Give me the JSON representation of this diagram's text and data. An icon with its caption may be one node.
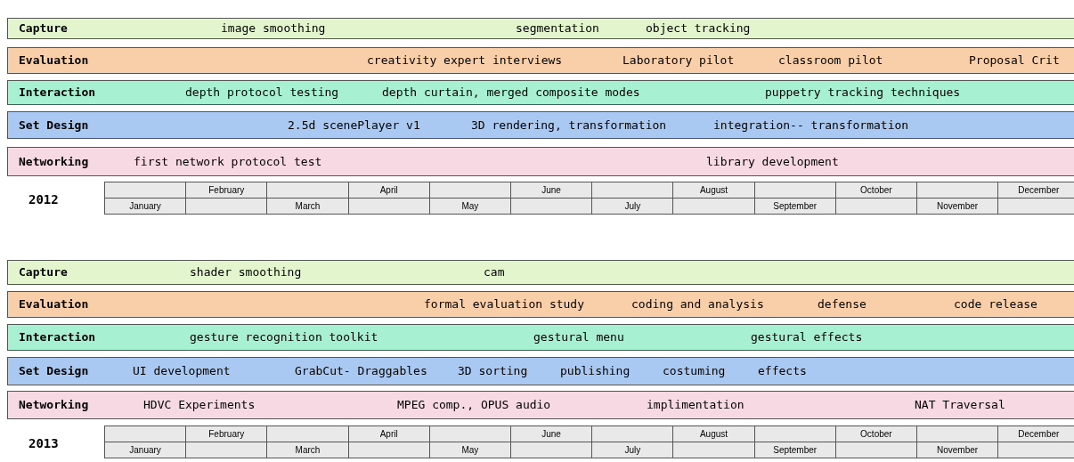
{
  "diagram": {
    "nodes": [
      {
        "text": [
          "Capture",
          "image smoothing",
          "segmentation",
          "object tracking"
        ]
      },
      {
        "text": [
          "Evaluation",
          "creativity expert interviews",
          "Laboratory pilot",
          "classroom pilot",
          "Proposal Crit"
        ]
      },
      {
        "text": [
          "Interaction",
          "depth protocol testing",
          "depth curtain, merged composite modes",
          "puppetry tracking techniques"
        ]
      },
      {
        "text": [
          "Set Design",
          "2.5d scenePlayer v1",
          "3D rendering, transformation",
          "integration-- transformation"
        ]
      },
      {
        "text": [
          "Networking",
          "first network protocol test",
          "library development"
        ]
      },
      {
        "text": [
          "Capture",
          "shader smoothing",
          "cam"
        ]
      },
      {
        "text": [
          "Evaluation",
          "formal evaluation study",
          "coding and analysis",
          "defense",
          "code release"
        ]
      },
      {
        "text": [
          "Interaction",
          "gesture recognition toolkit",
          "gestural menu",
          "gestural effects"
        ]
      },
      {
        "text": [
          "Set Design",
          "UI development",
          "GrabCut- Draggables",
          "3D sorting",
          "publishing",
          "costuming",
          "effects"
        ]
      },
      {
        "text": [
          "Networking",
          "HDVC Experiments",
          "MPEG comp., OPUS audio",
          "implimentation",
          "NAT Traversal"
        ]
      }
    ],
    "labels": [
      "2012",
      "February",
      "April",
      "June",
      "August",
      "October",
      "December",
      "January",
      "March",
      "May",
      "July",
      "September",
      "November",
      "2013",
      "February",
      "April",
      "June",
      "August",
      "October",
      "December",
      "January",
      "March",
      "May",
      "July",
      "September",
      "November"
    ]
  }
}
